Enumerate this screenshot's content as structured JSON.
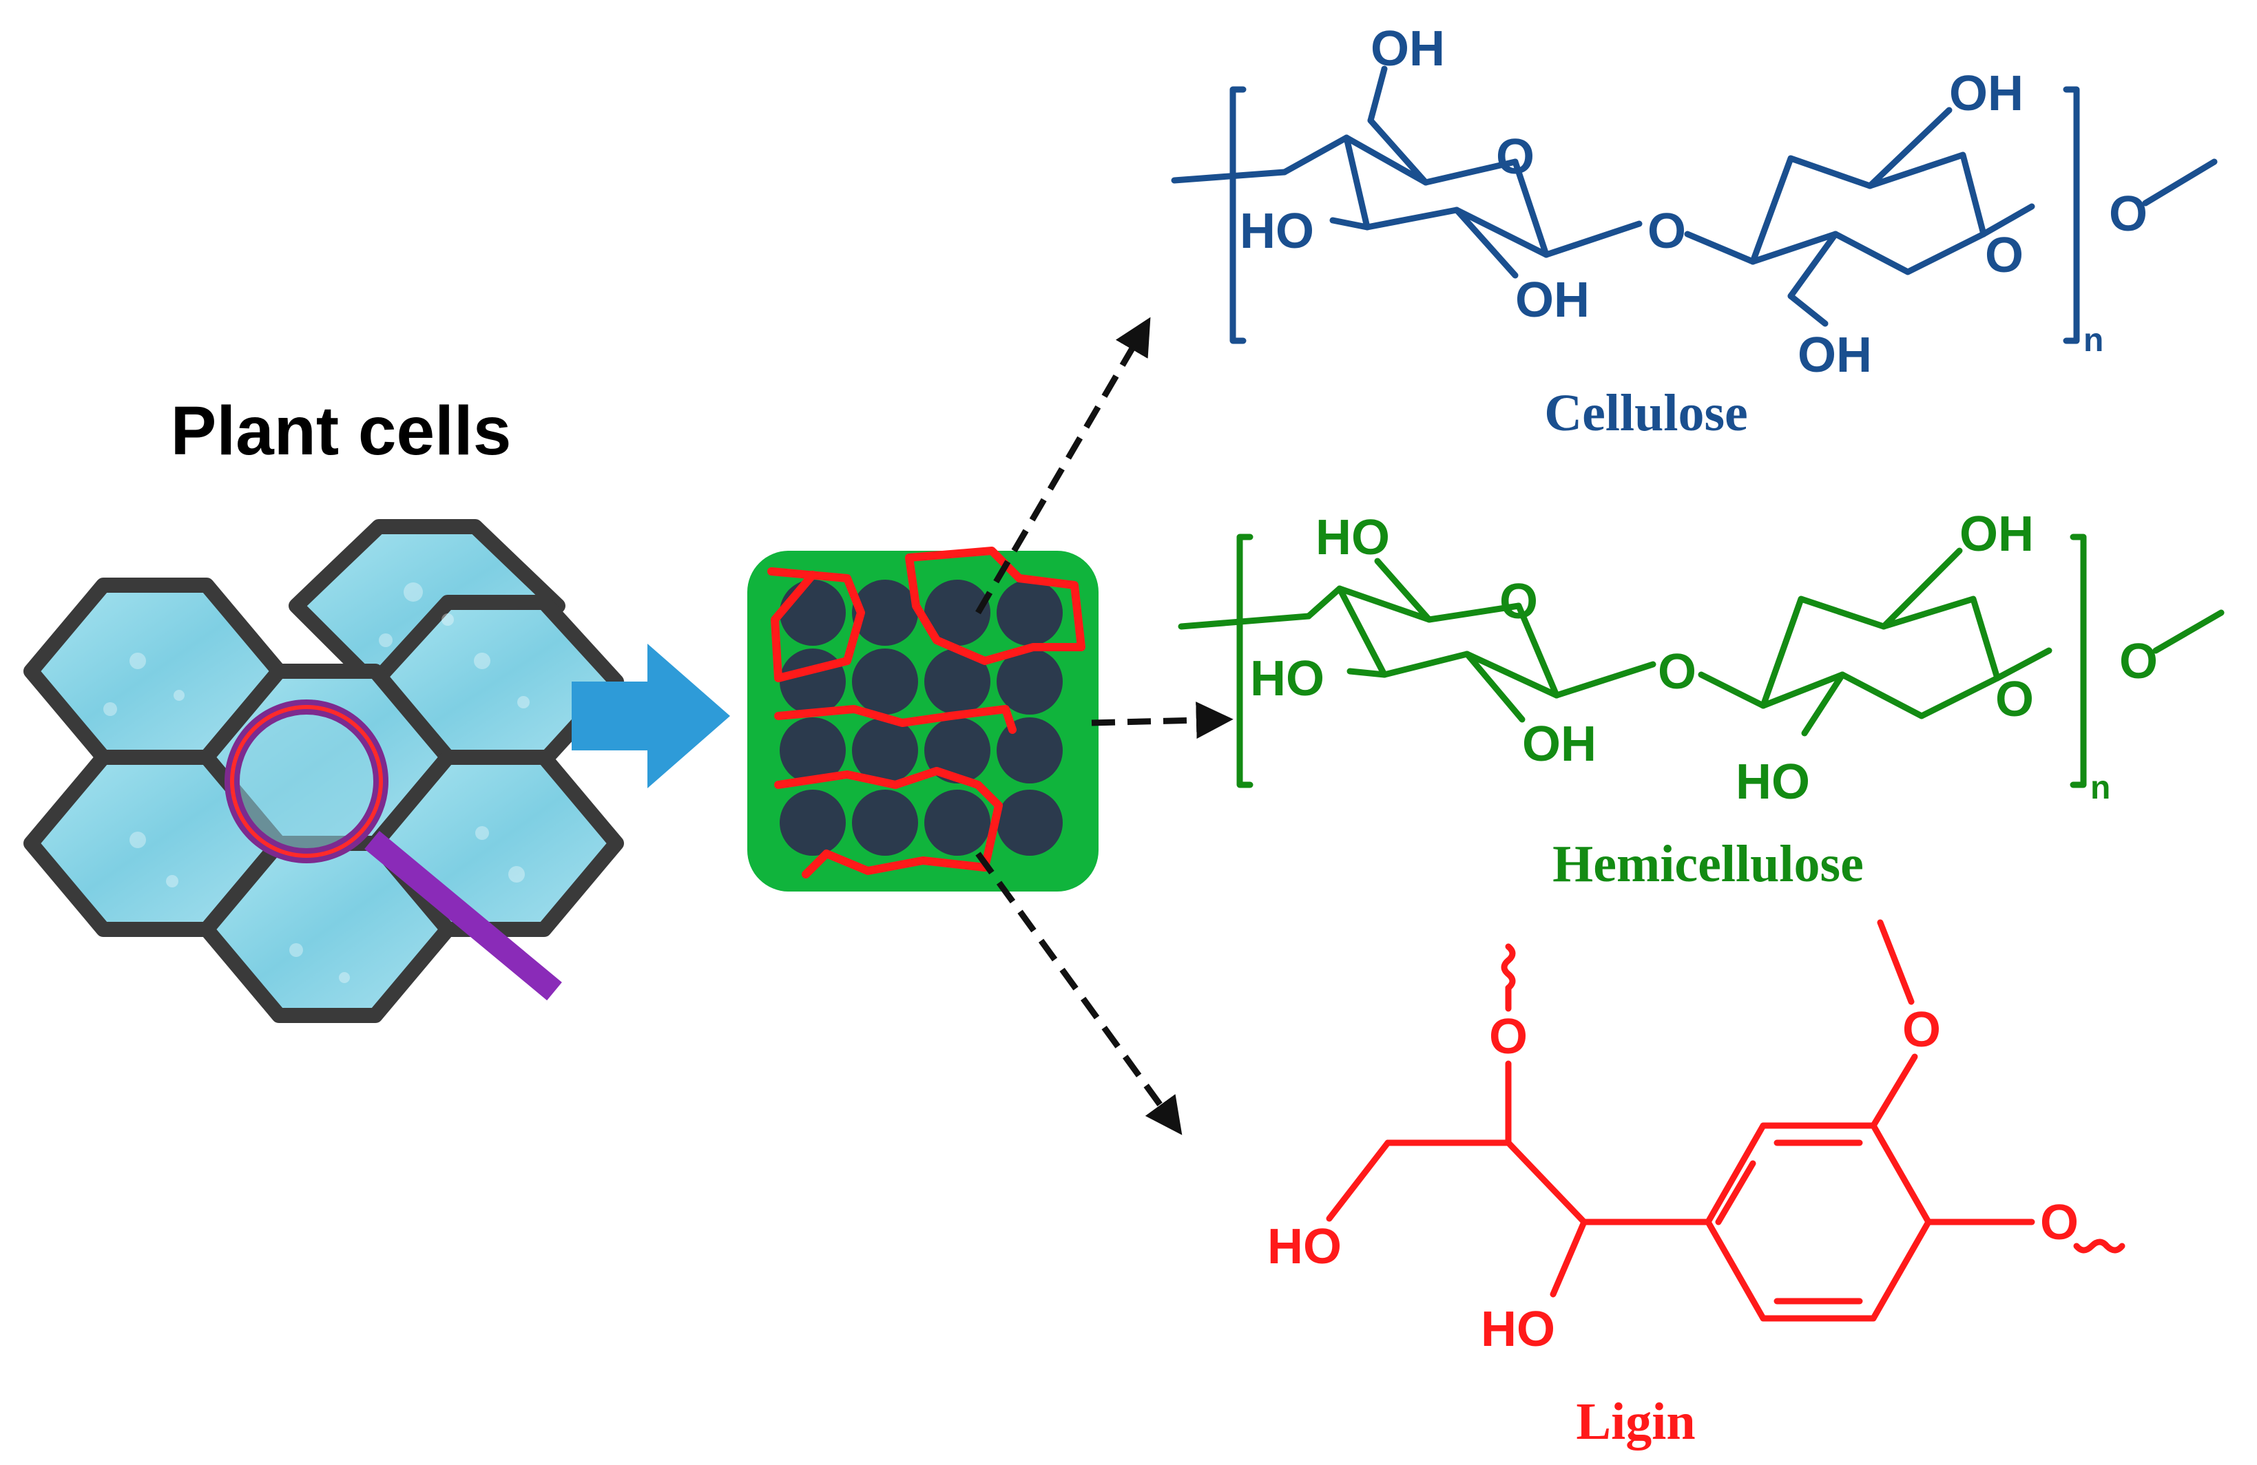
{
  "title": "Plant cells",
  "labels": {
    "cellulose": "Cellulose",
    "hemicellulose": "Hemicellulose",
    "lignin": "Ligin"
  },
  "atoms": {
    "oh": "OH",
    "ho": "HO",
    "o": "O",
    "n": "n"
  },
  "colors": {
    "cellulose": "#1a4f8f",
    "hemicellulose": "#138b13",
    "lignin": "#ff1a1a",
    "matrix": "#10b43c",
    "fiber": "#2b3a4d",
    "cell_fill": "#8fd6e6",
    "cell_border": "#3a3a3a",
    "arrow": "#2e9bd8",
    "magnifier_ring": "#7d2a8f",
    "magnifier_handle": "#8a2bb8"
  },
  "icons": [
    "magnifier-icon",
    "block-arrow-icon"
  ]
}
